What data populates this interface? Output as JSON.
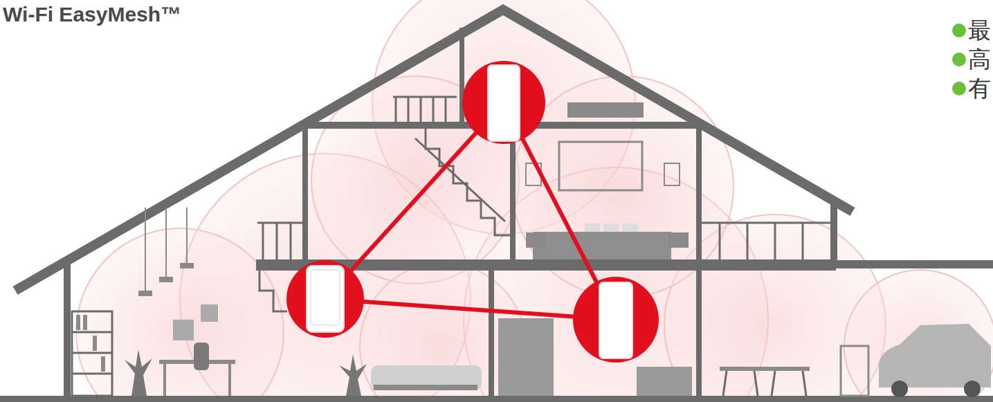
{
  "diagram": {
    "title": "Wi-Fi EasyMesh™",
    "labels": [
      "最",
      "高",
      "有"
    ]
  }
}
